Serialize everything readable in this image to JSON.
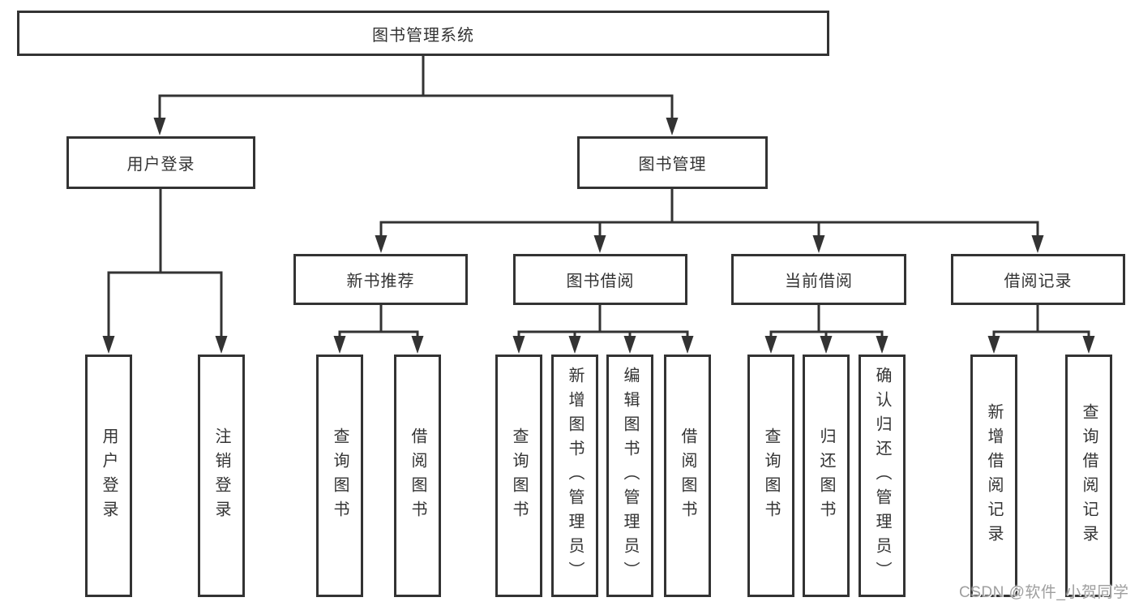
{
  "colors": {
    "line": "#333333",
    "box_border": "#333333",
    "text": "#333333",
    "background": "#ffffff",
    "watermark": "#9e9e9e"
  },
  "watermark": {
    "text": "CSDN @软件_小贺同学"
  },
  "tree": {
    "root": {
      "label": "图书管理系统"
    },
    "branches": [
      {
        "label": "用户登录",
        "children": [
          {
            "label": "用户登录"
          },
          {
            "label": "注销登录"
          }
        ]
      },
      {
        "label": "图书管理",
        "sections": [
          {
            "label": "新书推荐",
            "children": [
              {
                "label": "查询图书"
              },
              {
                "label": "借阅图书"
              }
            ]
          },
          {
            "label": "图书借阅",
            "children": [
              {
                "label": "查询图书"
              },
              {
                "label": "新增图书（管理员）"
              },
              {
                "label": "编辑图书（管理员）"
              },
              {
                "label": "借阅图书"
              }
            ]
          },
          {
            "label": "当前借阅",
            "children": [
              {
                "label": "查询图书"
              },
              {
                "label": "归还图书"
              },
              {
                "label": "确认归还（管理员）"
              }
            ]
          },
          {
            "label": "借阅记录",
            "children": [
              {
                "label": "新增借阅记录"
              },
              {
                "label": "查询借阅记录"
              }
            ]
          }
        ]
      }
    ]
  }
}
